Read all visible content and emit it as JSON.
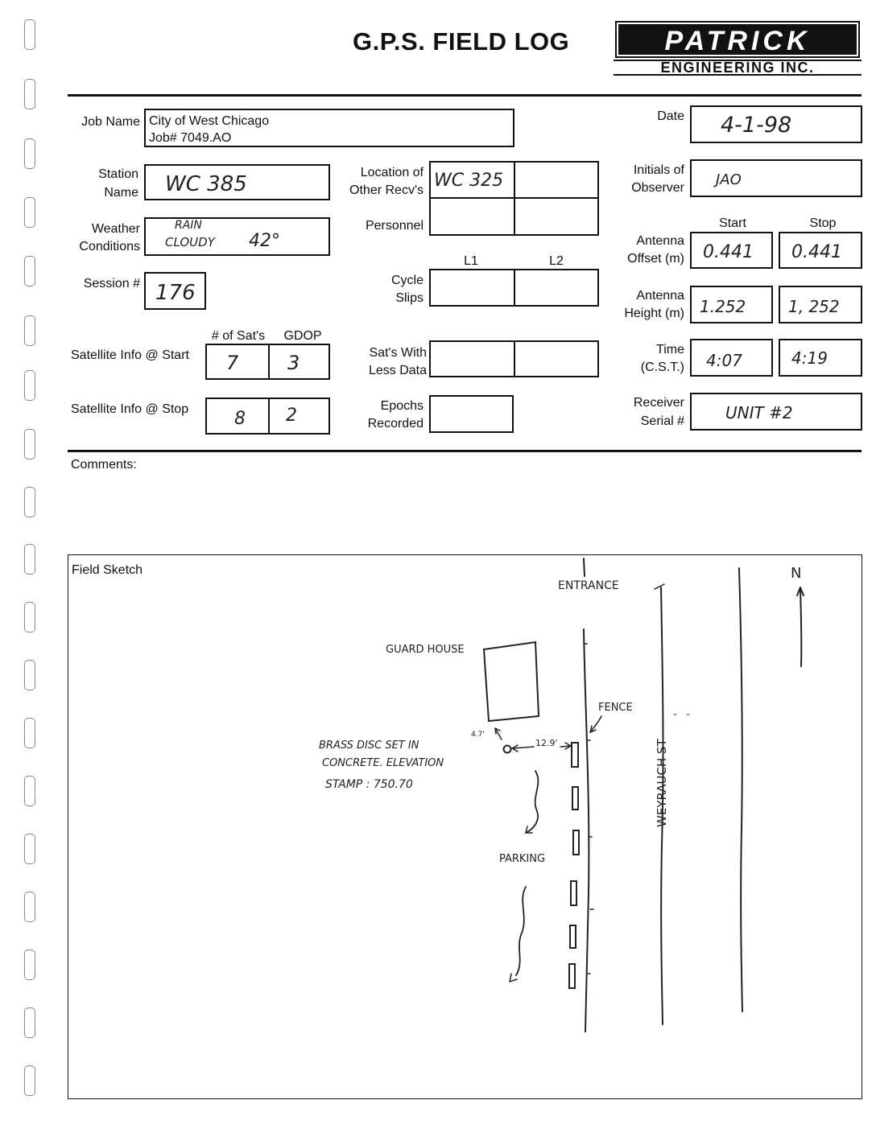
{
  "header": {
    "title": "G.P.S. FIELD LOG",
    "logo_top": "PATRICK",
    "logo_bottom": "ENGINEERING INC."
  },
  "fields": {
    "job_name_label": "Job Name",
    "job_name_line1": "City of West Chicago",
    "job_name_line2": "Job# 7049.AO",
    "date_label": "Date",
    "date_value": "4-1-98",
    "station_label_1": "Station",
    "station_label_2": "Name",
    "station_value": "WC 385",
    "location_label_1": "Location of",
    "location_label_2": "Other Recv's",
    "location_value": "WC 325",
    "initials_label_1": "Initials of",
    "initials_label_2": "Observer",
    "initials_value": "JAO",
    "weather_label_1": "Weather",
    "weather_label_2": "Conditions",
    "weather_line1": "RAIN",
    "weather_line2": "CLOUDY",
    "weather_temp": "42°",
    "personnel_label": "Personnel",
    "start_label": "Start",
    "stop_label": "Stop",
    "antenna_offset_label_1": "Antenna",
    "antenna_offset_label_2": "Offset (m)",
    "antenna_offset_start": "0.441",
    "antenna_offset_stop": "0.441",
    "session_label": "Session #",
    "session_value": "176",
    "l1_label": "L1",
    "l2_label": "L2",
    "cycle_label_1": "Cycle",
    "cycle_label_2": "Slips",
    "antenna_height_label_1": "Antenna",
    "antenna_height_label_2": "Height (m)",
    "antenna_height_start": "1.252",
    "antenna_height_stop": "1, 252",
    "sats_label": "# of Sat's",
    "gdop_label": "GDOP",
    "sat_start_label": "Satellite Info @ Start",
    "sat_start_count": "7",
    "sat_start_gdop": "3",
    "sats_less_label_1": "Sat's With",
    "sats_less_label_2": "Less Data",
    "time_label_1": "Time",
    "time_label_2": "(C.S.T.)",
    "time_start": "4:07",
    "time_stop": "4:19",
    "sat_stop_label": "Satellite Info @ Stop",
    "sat_stop_count": "8",
    "sat_stop_gdop": "2",
    "epochs_label_1": "Epochs",
    "epochs_label_2": "Recorded",
    "receiver_label_1": "Receiver",
    "receiver_label_2": "Serial #",
    "receiver_value": "UNIT #2",
    "comments_label": "Comments:"
  },
  "sketch": {
    "label": "Field Sketch",
    "entrance": "ENTRANCE",
    "guard_house": "GUARD HOUSE",
    "fence": "FENCE",
    "parking": "PARKING",
    "street": "WEYRAUCH ST",
    "north": "N",
    "dist_1": "4.7'",
    "dist_2": "12.9'",
    "note_line1": "BRASS DISC SET IN",
    "note_line2": "CONCRETE. ELEVATION",
    "note_line3": "STAMP : 750.70"
  }
}
